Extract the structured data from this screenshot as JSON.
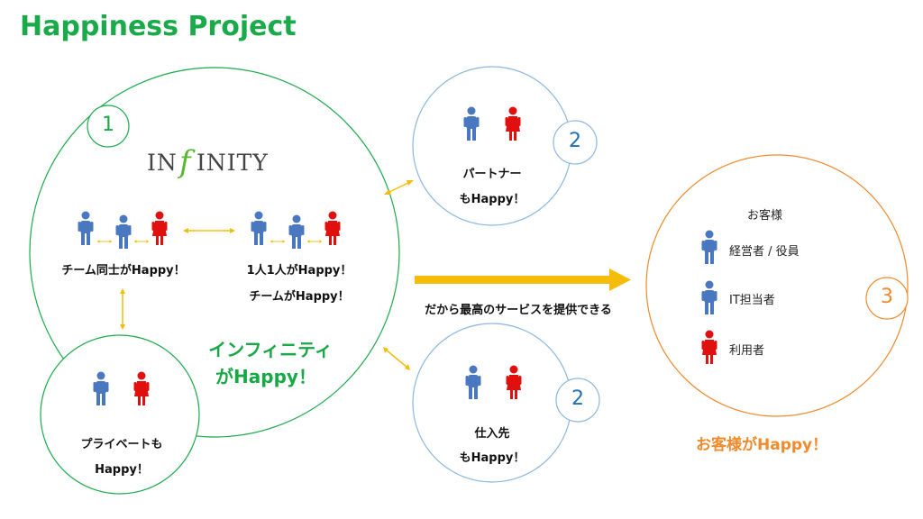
{
  "title": "Happiness Project",
  "circle1": {
    "number": "1",
    "logo": "INFINITY",
    "team_left_label": "チーム同士がHappy！",
    "team_right_label_line1": "1人1人がHappy！",
    "team_right_label_line2": "チームがHappy！",
    "center_label_line1": "インフィニティ",
    "center_label_line2": "がHappy！"
  },
  "private": {
    "label_line1": "プライベートも",
    "label_line2": "Happy！"
  },
  "partner": {
    "number": "2",
    "label_line1": "パートナー",
    "label_line2": "もHappy！"
  },
  "supplier": {
    "number": "2",
    "label_line1": "仕入先",
    "label_line2": "もHappy！"
  },
  "arrow_label": "だから最高のサービスを提供できる",
  "customer": {
    "number": "3",
    "heading": "お客様",
    "items": [
      {
        "label": "経営者 / 役員",
        "color": "#4a78c0"
      },
      {
        "label": "IT担当者",
        "color": "#4a78c0"
      },
      {
        "label": "利用者",
        "color": "#e0100e"
      }
    ],
    "footer": "お客様がHappy！"
  },
  "colors": {
    "green": "#1aaa4a",
    "blue_circle": "#8bb7e0",
    "orange": "#f08a2c",
    "person_blue": "#4a78c0",
    "person_red": "#e0100e",
    "arrow_yellow": "#f5bd0a",
    "number_blue": "#1f6fb5"
  }
}
